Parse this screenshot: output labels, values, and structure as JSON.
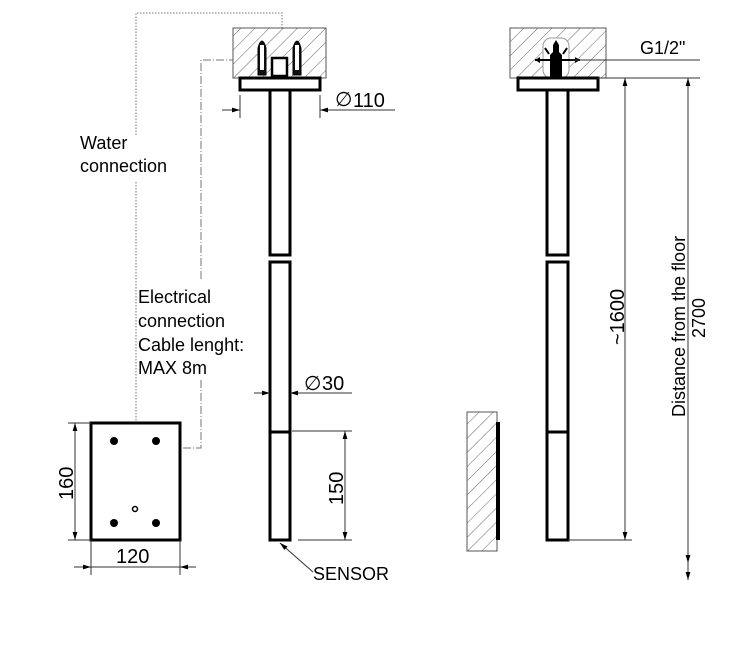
{
  "labels": {
    "water_connection_line1": "Water",
    "water_connection_line2": "connection",
    "electrical_line1": "Electrical",
    "electrical_line2": "connection",
    "electrical_line3": "Cable lenght:",
    "electrical_line4": "MAX 8m",
    "sensor": "SENSOR",
    "thread": "G1/2\"",
    "distance_floor_line1": "Distance from the floor",
    "distance_floor_line2": "2700"
  },
  "dimensions": {
    "plate_diameter": "110",
    "tube_diameter": "30",
    "sensor_length": "150",
    "box_height": "160",
    "box_width": "120",
    "approx_length": "~1600"
  },
  "symbols": {
    "diameter": "∅"
  }
}
